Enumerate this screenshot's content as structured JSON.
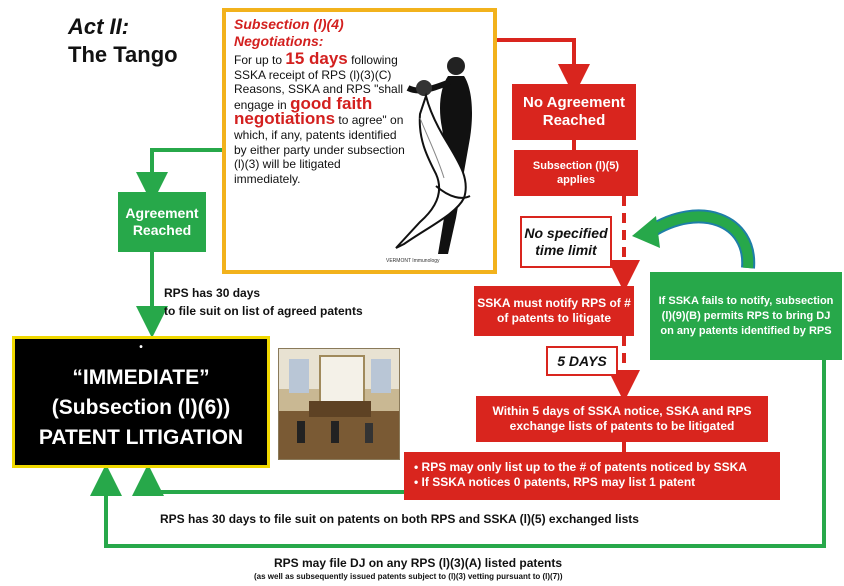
{
  "act": "Act II:",
  "subtitle": "The Tango",
  "negotiations": {
    "heading1": "Subsection (l)(4)",
    "heading2": "Negotiations:",
    "line1_pre": "For up to ",
    "line1_big": "15 days",
    "line1_post": " following",
    "line2": "SSKA receipt of RPS (l)(3)(C)",
    "line3": "Reasons, SSKA and RPS \"shall",
    "line4_pre": "engage in ",
    "line4_big": "good faith",
    "line5_big": "negotiations",
    "line5_post": " to agree\" on",
    "line6": "which, if any, patents identified",
    "line7": "by either party under subsection",
    "line8": "(l)(3) will be litigated",
    "line9": "immediately.",
    "credit": "VERMONT Immunology"
  },
  "no_agreement": "No Agreement Reached",
  "subsection_l5": "Subsection (l)(5) applies",
  "no_time_limit": "No specified time limit",
  "sska_notify": "SSKA must notify RPS of # of patents to litigate",
  "five_days": "5 DAYS",
  "exchange": "Within 5 days of SSKA notice, SSKA and RPS exchange lists of patents to be litigated",
  "bullets": [
    "RPS may only list up to the # of patents noticed by SSKA",
    "If SSKA notices 0 patents, RPS may list 1 patent"
  ],
  "agreement_reached": "Agreement Reached",
  "rps_30_days": "RPS has 30 days",
  "rps_30_days_2": "to file suit on list of agreed patents",
  "dj_box": "If SSKA fails to notify, subsection (l)(9)(B) permits RPS to bring DJ on any patents identified by RPS",
  "immediate": {
    "dot": "•",
    "line1": "“IMMEDIATE”",
    "line2": "(Subsection (l)(6))",
    "line3": "PATENT LITIGATION"
  },
  "bottom_line1": "RPS has 30 days to file suit on patents on both RPS and SSKA (l)(5) exchanged lists",
  "bottom_line2": "RPS may file DJ on any RPS (l)(3)(A) listed patents",
  "bottom_line3": "(as well as subsequently issued patents subject to (l)(3) vetting pursuant to (l)(7))",
  "colors": {
    "red": "#d9251e",
    "green": "#27a84a",
    "gold": "#f2b21c",
    "yellow": "#f0d800"
  }
}
